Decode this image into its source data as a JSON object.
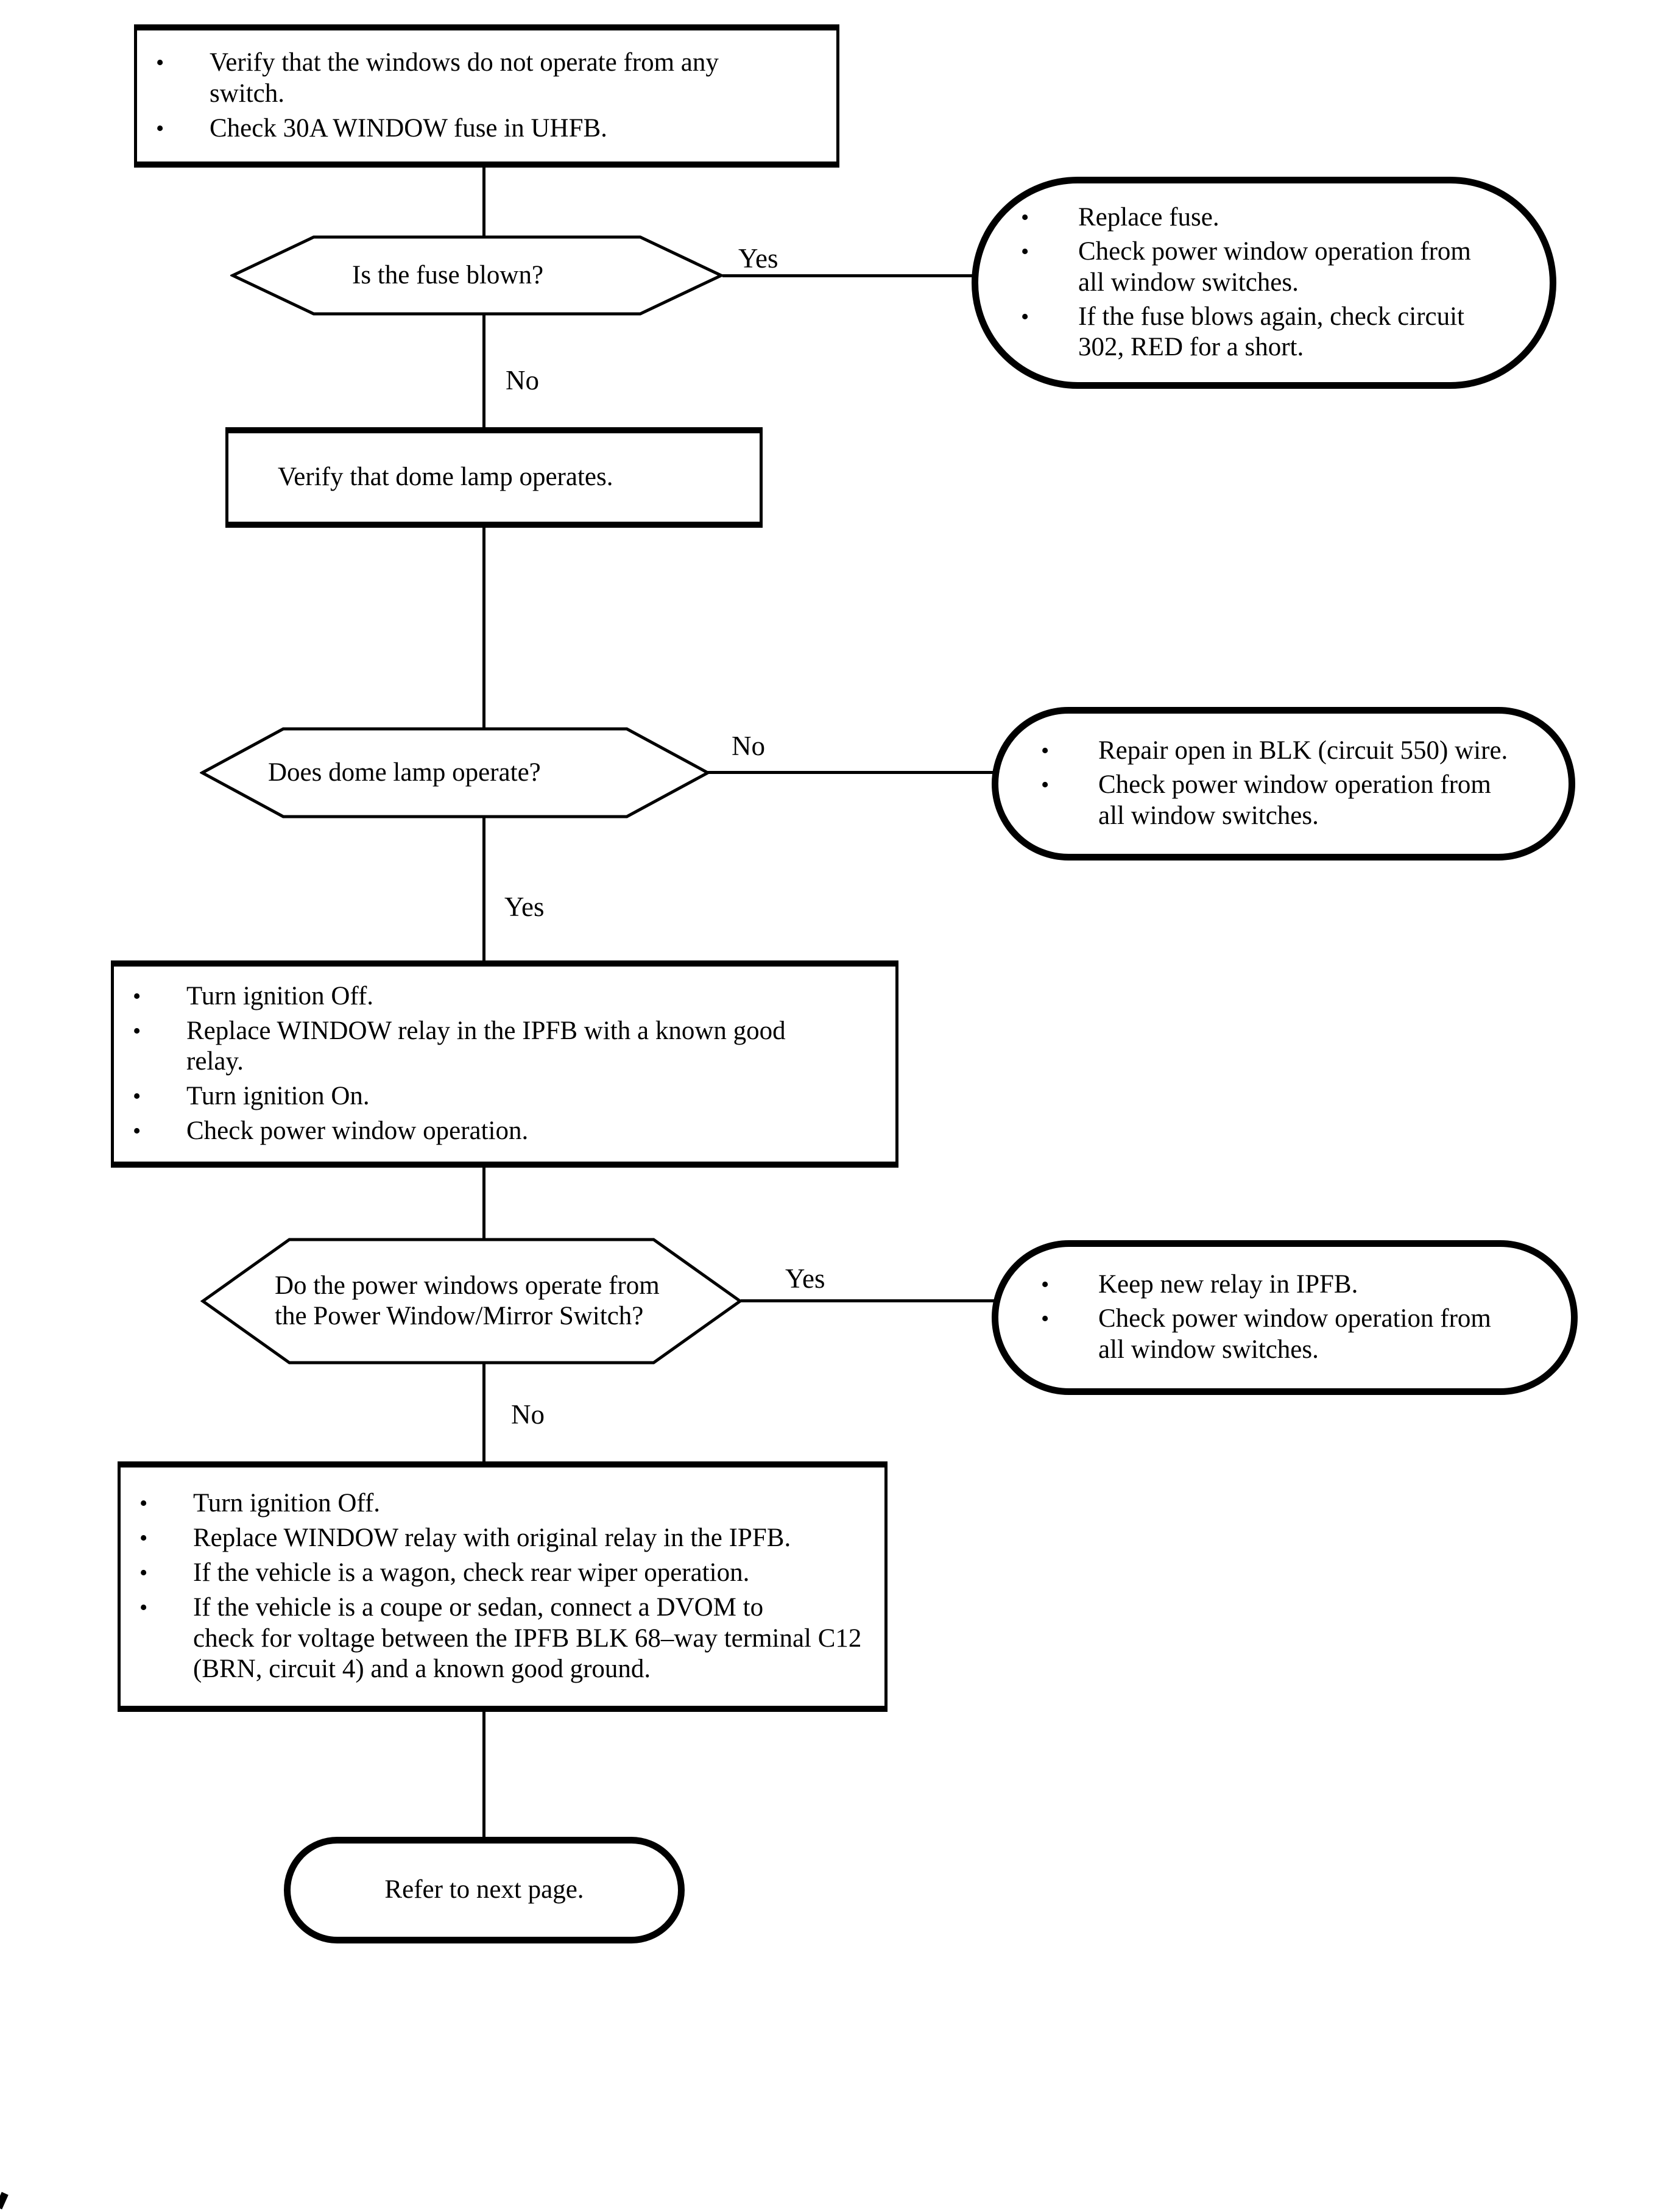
{
  "page": {
    "background": "#ffffff",
    "ink": "#000000",
    "bullet_glyph": "•"
  },
  "flowchart": {
    "start": {
      "bullets": [
        "Verify that the windows do not operate from any\nswitch.",
        "Check 30A WINDOW fuse in UHFB."
      ]
    },
    "decision_fuse": {
      "question": "Is the fuse blown?",
      "yes_label": "Yes",
      "no_label": "No"
    },
    "action_fuse_yes": {
      "bullets": [
        "Replace fuse.",
        "Check power window operation from\nall window switches.",
        "If the fuse blows again, check circuit\n302, RED for a short."
      ]
    },
    "step_dome_lamp": {
      "text": "Verify that dome lamp operates."
    },
    "decision_dome": {
      "question": "Does dome lamp operate?",
      "no_label": "No",
      "yes_label": "Yes"
    },
    "action_dome_no": {
      "bullets": [
        "Repair open in BLK (circuit 550) wire.",
        "Check power window operation from\nall window switches."
      ]
    },
    "step_relay_swap": {
      "bullets": [
        "Turn ignition Off.",
        "Replace WINDOW relay in the IPFB with a known good\nrelay.",
        "Turn ignition On.",
        "Check power window operation."
      ]
    },
    "decision_power_windows": {
      "question": "Do the power windows operate from\nthe Power Window/Mirror Switch?",
      "yes_label": "Yes",
      "no_label": "No"
    },
    "action_windows_yes": {
      "bullets": [
        "Keep new relay in IPFB.",
        "Check power window operation from\nall window switches."
      ]
    },
    "step_relay_restore": {
      "bullets": [
        "Turn ignition Off.",
        "Replace WINDOW relay with original relay in the IPFB.",
        "If the vehicle is a wagon, check rear wiper operation.",
        "If the vehicle is a coupe or sedan, connect a DVOM to\ncheck for voltage between the IPFB BLK 68–way terminal C12\n(BRN, circuit 4) and a known good ground."
      ]
    },
    "end": {
      "text": "Refer to next page."
    }
  }
}
